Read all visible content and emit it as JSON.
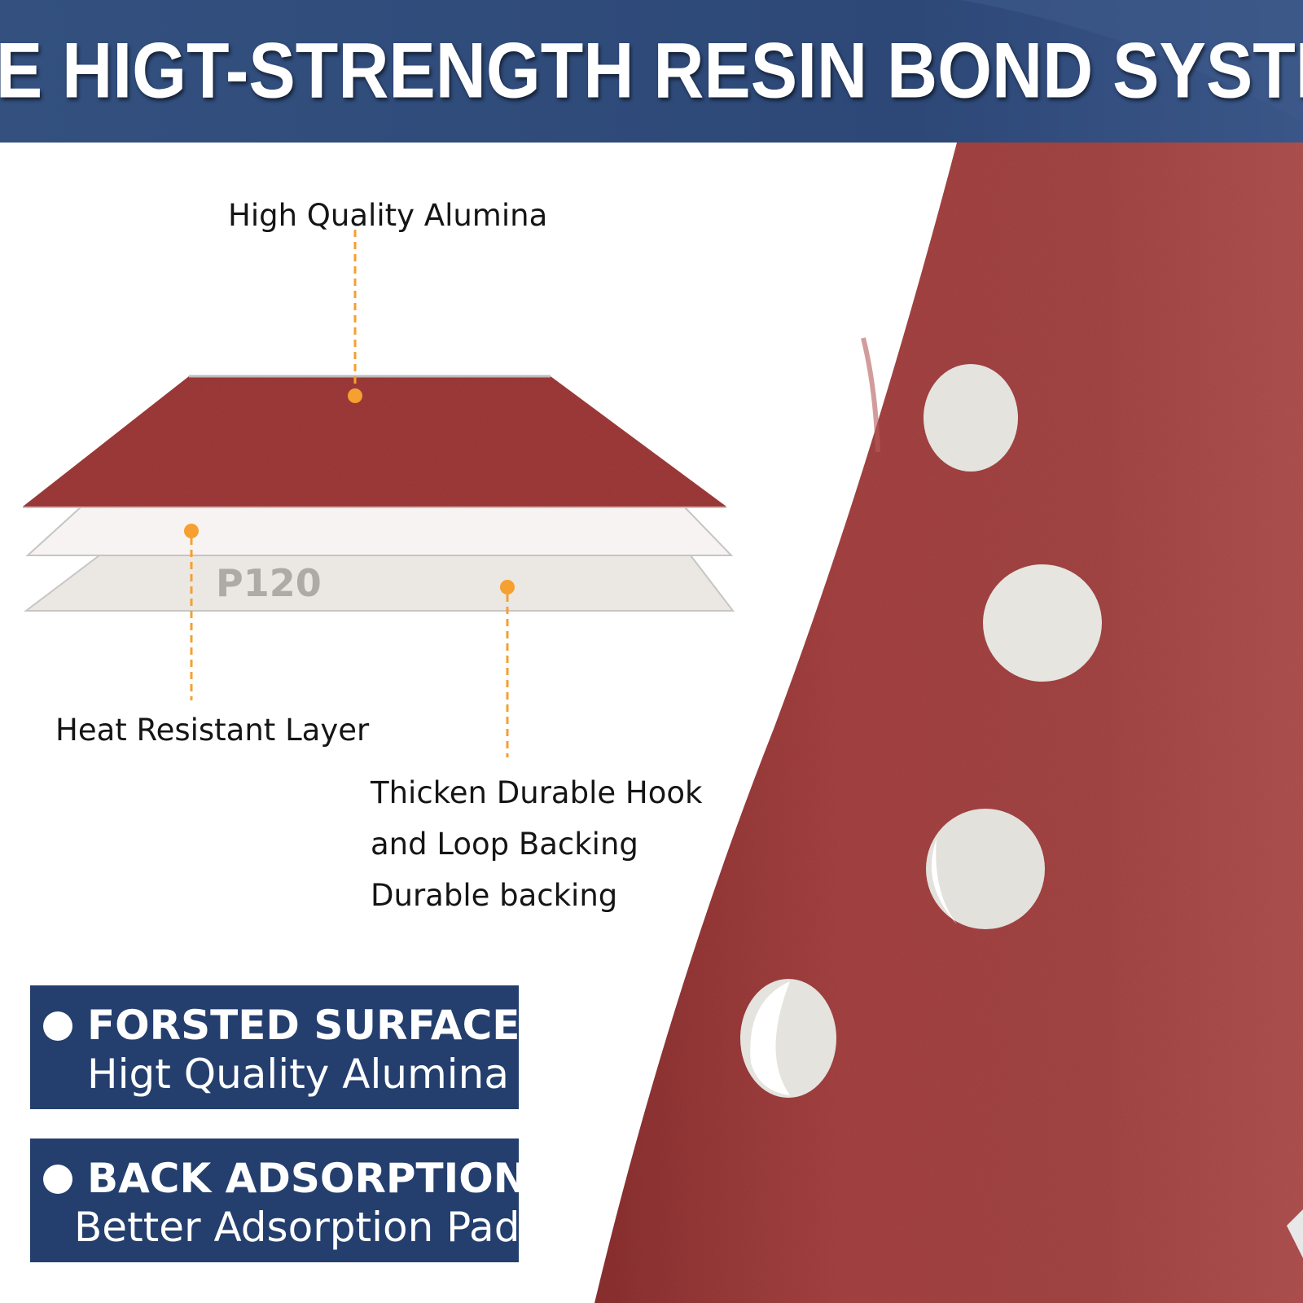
{
  "header": {
    "title": "THE HIGT-STRENGTH RESIN BOND SYSTEM"
  },
  "diagram": {
    "grit_label": "P120",
    "callouts": {
      "top_layer": "High Quality Alumina",
      "middle_layer": "Heat Resistant Layer",
      "bottom_layer_lines": [
        "Thicken Durable Hook",
        "and Loop Backing",
        "Durable backing"
      ]
    }
  },
  "features": [
    {
      "title": "FORSTED SURFACE",
      "subtitle": "Higt Quality Alumina"
    },
    {
      "title": "BACK ADSORPTION",
      "subtitle": "Better Adsorption Pad"
    }
  ],
  "colors": {
    "banner": "#2f4a7a",
    "feature_box": "#243f6e",
    "abrasive_red": "#9c3737",
    "callout_line": "#f5a030",
    "backing": "#ece8e4"
  }
}
